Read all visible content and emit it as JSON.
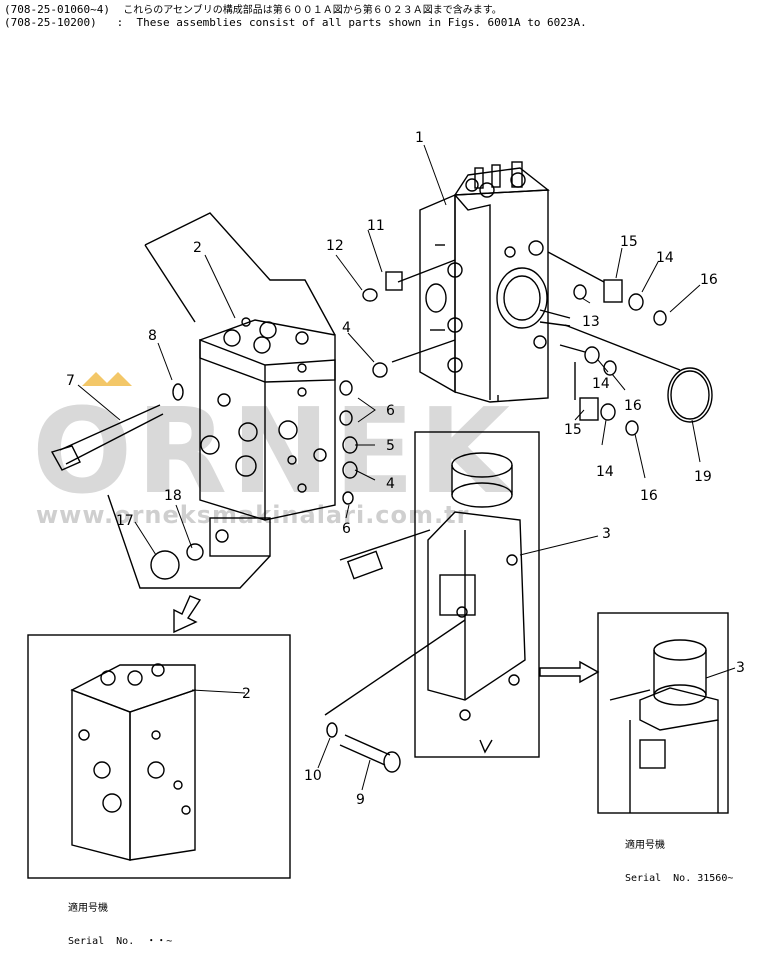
{
  "header": {
    "line1_code": "(708-25-01060~4)",
    "line1_text": "これらのアセンブリの構成部品は第６００１Ａ図から第６０２３Ａ図まで含みます。",
    "line2_code": "(708-25-10200)",
    "line2_text": ":  These assemblies consist of all parts shown in Figs. 6001A to 6023A."
  },
  "watermark": {
    "brand": "ORNEK",
    "url": "www.orneksmakinalari.com.tr",
    "color": "#d9d9d9",
    "accent": "#f3c768"
  },
  "callouts": [
    {
      "id": "c1",
      "text": "1"
    },
    {
      "id": "c2",
      "text": "2"
    },
    {
      "id": "c3",
      "text": "3"
    },
    {
      "id": "c4a",
      "text": "4"
    },
    {
      "id": "c4b",
      "text": "4"
    },
    {
      "id": "c5",
      "text": "5"
    },
    {
      "id": "c6a",
      "text": "6"
    },
    {
      "id": "c6b",
      "text": "6"
    },
    {
      "id": "c7",
      "text": "7"
    },
    {
      "id": "c8",
      "text": "8"
    },
    {
      "id": "c9",
      "text": "9"
    },
    {
      "id": "c10",
      "text": "10"
    },
    {
      "id": "c11",
      "text": "11"
    },
    {
      "id": "c12",
      "text": "12"
    },
    {
      "id": "c13",
      "text": "13"
    },
    {
      "id": "c14a",
      "text": "14"
    },
    {
      "id": "c14b",
      "text": "14"
    },
    {
      "id": "c14c",
      "text": "14"
    },
    {
      "id": "c15a",
      "text": "15"
    },
    {
      "id": "c15b",
      "text": "15"
    },
    {
      "id": "c16a",
      "text": "16"
    },
    {
      "id": "c16b",
      "text": "16"
    },
    {
      "id": "c16c",
      "text": "16"
    },
    {
      "id": "c17",
      "text": "17"
    },
    {
      "id": "c18",
      "text": "18"
    },
    {
      "id": "c19",
      "text": "19"
    },
    {
      "id": "c2b",
      "text": "2"
    },
    {
      "id": "c3b",
      "text": "3"
    }
  ],
  "serial_left": {
    "jp": "適用号機",
    "en": "Serial  No.  ・・~"
  },
  "serial_right": {
    "jp": "適用号機",
    "en": "Serial  No. 31560~"
  }
}
